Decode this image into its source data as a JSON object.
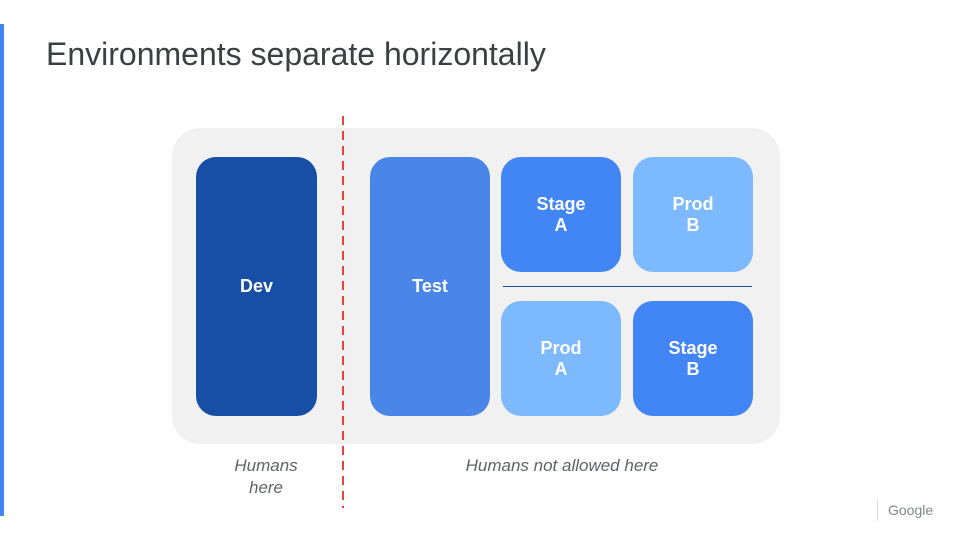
{
  "slide": {
    "title": "Environments separate horizontally",
    "footer_logo": "Google"
  },
  "diagram": {
    "boxes": {
      "dev": "Dev",
      "test": "Test",
      "stage_a": "Stage\nA",
      "prod_b": "Prod\nB",
      "prod_a": "Prod\nA",
      "stage_b": "Stage\nB"
    },
    "captions": {
      "left": "Humans\nhere",
      "right": "Humans not allowed here"
    }
  },
  "colors": {
    "accent": "#4285f4",
    "dev": "#174ea6",
    "test": "#4a86e8",
    "stage": "#4285f4",
    "prod": "#7cb9ff",
    "boundary_line": "#ea4335",
    "panel_background": "#f1f1f1"
  }
}
